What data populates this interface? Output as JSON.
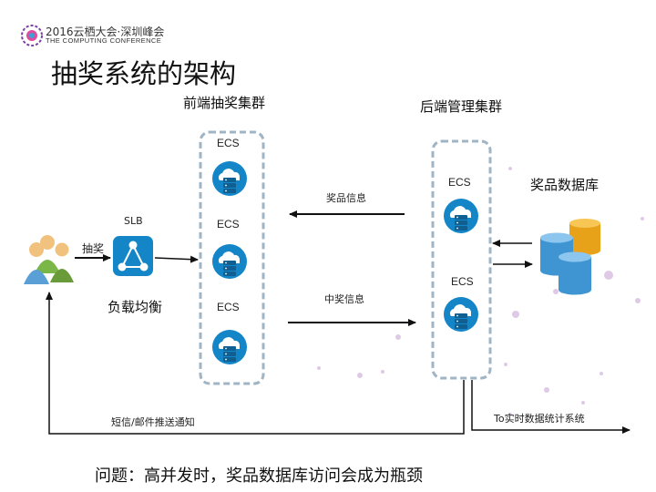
{
  "header": {
    "conf_name": "2016云栖大会·深圳峰会",
    "conf_subtitle": "THE COMPUTING CONFERENCE"
  },
  "slide": {
    "title": "抽奖系统的架构",
    "question": "问题：高并发时，奖品数据库访问会成为瓶颈"
  },
  "diagram": {
    "front_cluster_title": "前端抽奖集群",
    "back_cluster_title": "后端管理集群",
    "slb_label": "SLB",
    "slb_caption": "负载均衡",
    "draw_label": "抽奖",
    "ecs_label": "ECS",
    "prize_info": "奖品信息",
    "win_info": "中奖信息",
    "database_label": "奖品数据库",
    "notify_label": "短信/邮件推送通知",
    "realtime_label": "To实时数据统计系统"
  },
  "colors": {
    "cloud_icon": "#1486c8",
    "cluster_border": "#9fb4c4",
    "arrow": "#111111",
    "db_blue": "#3f95d2",
    "db_gold": "#e8a21a",
    "decor_dot": "#c9a7d6"
  }
}
